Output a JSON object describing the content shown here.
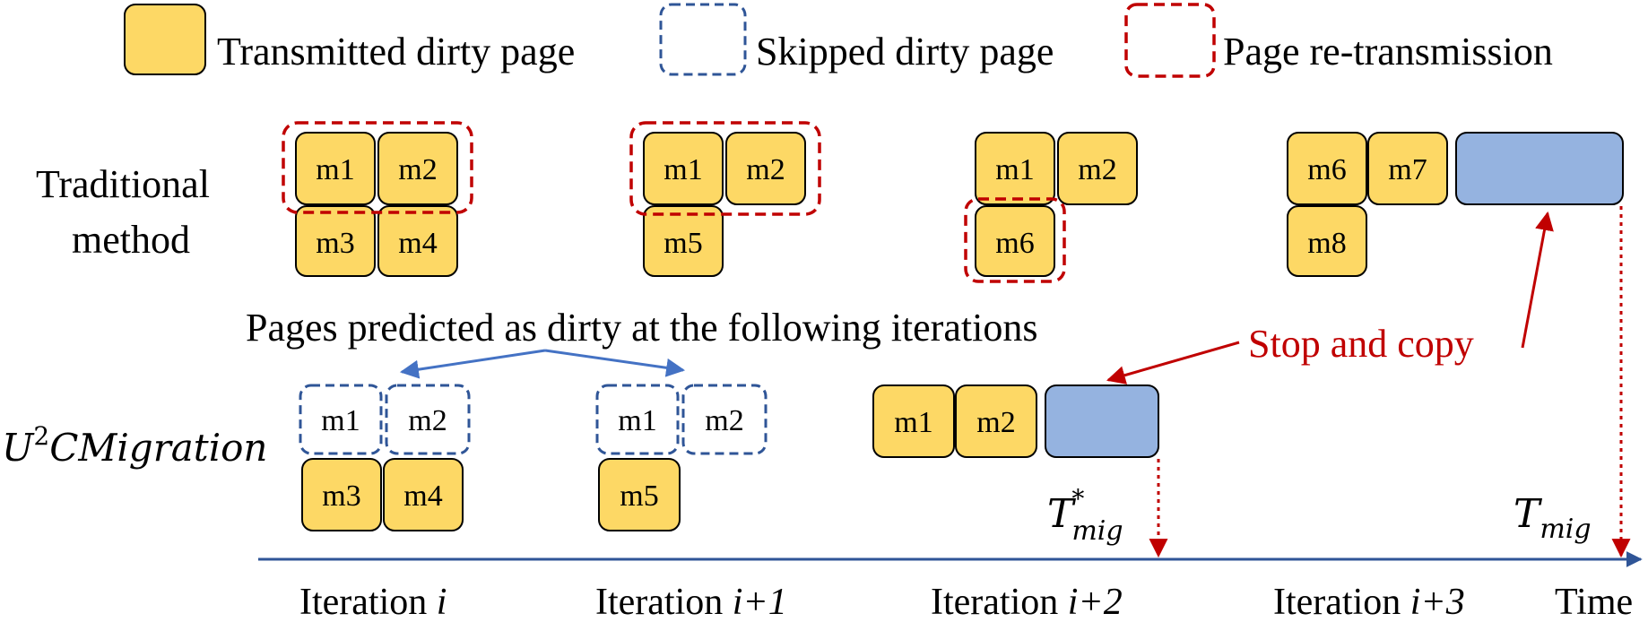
{
  "legend": {
    "transmitted": "Transmitted dirty page",
    "skipped": "Skipped dirty page",
    "retransmission": "Page re-transmission"
  },
  "rows": {
    "traditional_line1": "Traditional",
    "traditional_line2": "method",
    "u2c_base": "U",
    "u2c_sup": "2",
    "u2c_rest": "CMigration"
  },
  "pages": {
    "m1": "m1",
    "m2": "m2",
    "m3": "m3",
    "m4": "m4",
    "m5": "m5",
    "m6": "m6",
    "m7": "m7",
    "m8": "m8"
  },
  "annotations": {
    "predicted": "Pages predicted as dirty at the following iterations",
    "stop_copy": "Stop and copy",
    "t_star_base": "T",
    "t_star_sup": "*",
    "t_star_sub": "mig",
    "t_base": "T",
    "t_sub": "mig"
  },
  "timeline": {
    "iter_prefix": "Iteration ",
    "iter1_var": "i",
    "iter2_var": "i+1",
    "iter3_var": "i+2",
    "iter4_var": "i+3",
    "time_label": "Time"
  },
  "colors": {
    "page_fill": "#fdd865",
    "stop_fill": "#95b3e0",
    "skip_border": "#2f5597",
    "retrans_border": "#c00000",
    "arrow_blue": "#4472c4",
    "arrow_red": "#c00000",
    "axis": "#2f5597"
  }
}
